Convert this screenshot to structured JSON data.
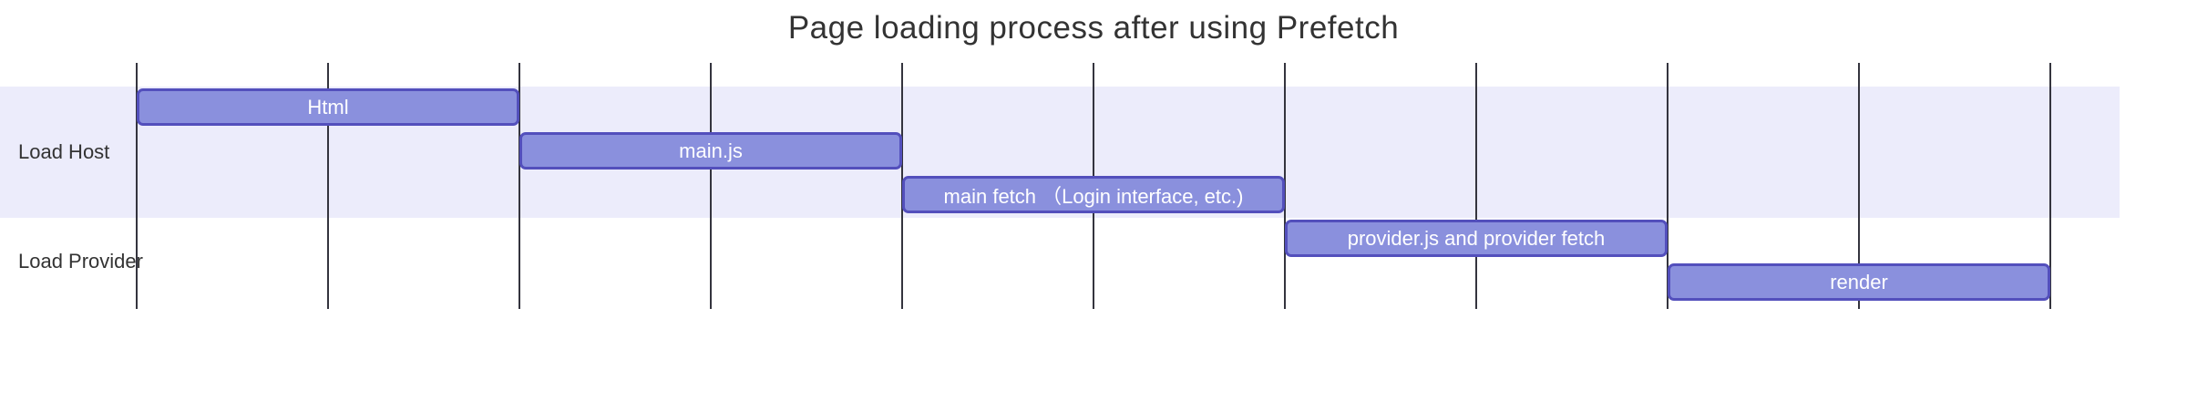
{
  "chart_data": {
    "type": "bar",
    "subtype": "gantt",
    "title": "Page loading process after using Prefetch",
    "x_range": [
      0,
      10
    ],
    "gridline_interval": 1,
    "axis_tick_labels_visible": false,
    "legend": "none",
    "sections": [
      {
        "name": "Load Host",
        "tasks": [
          {
            "label": "Html",
            "start": 0,
            "end": 2
          },
          {
            "label": "main.js",
            "start": 2,
            "end": 4
          },
          {
            "label": "main fetch （Login interface, etc.)",
            "start": 4,
            "end": 6
          }
        ]
      },
      {
        "name": "Load Provider",
        "tasks": [
          {
            "label": "provider.js and provider fetch",
            "start": 6,
            "end": 8
          },
          {
            "label": "render",
            "start": 8,
            "end": 10
          }
        ]
      }
    ],
    "colors": {
      "task_fill": "#8a90dd",
      "task_border": "#534fbc",
      "task_text": "#ffffff",
      "section_band": "#ececfb",
      "alt_section_band": "#ffffff",
      "grid_line": "#34343e",
      "title_text": "#333333",
      "section_label_text": "#333333"
    }
  }
}
